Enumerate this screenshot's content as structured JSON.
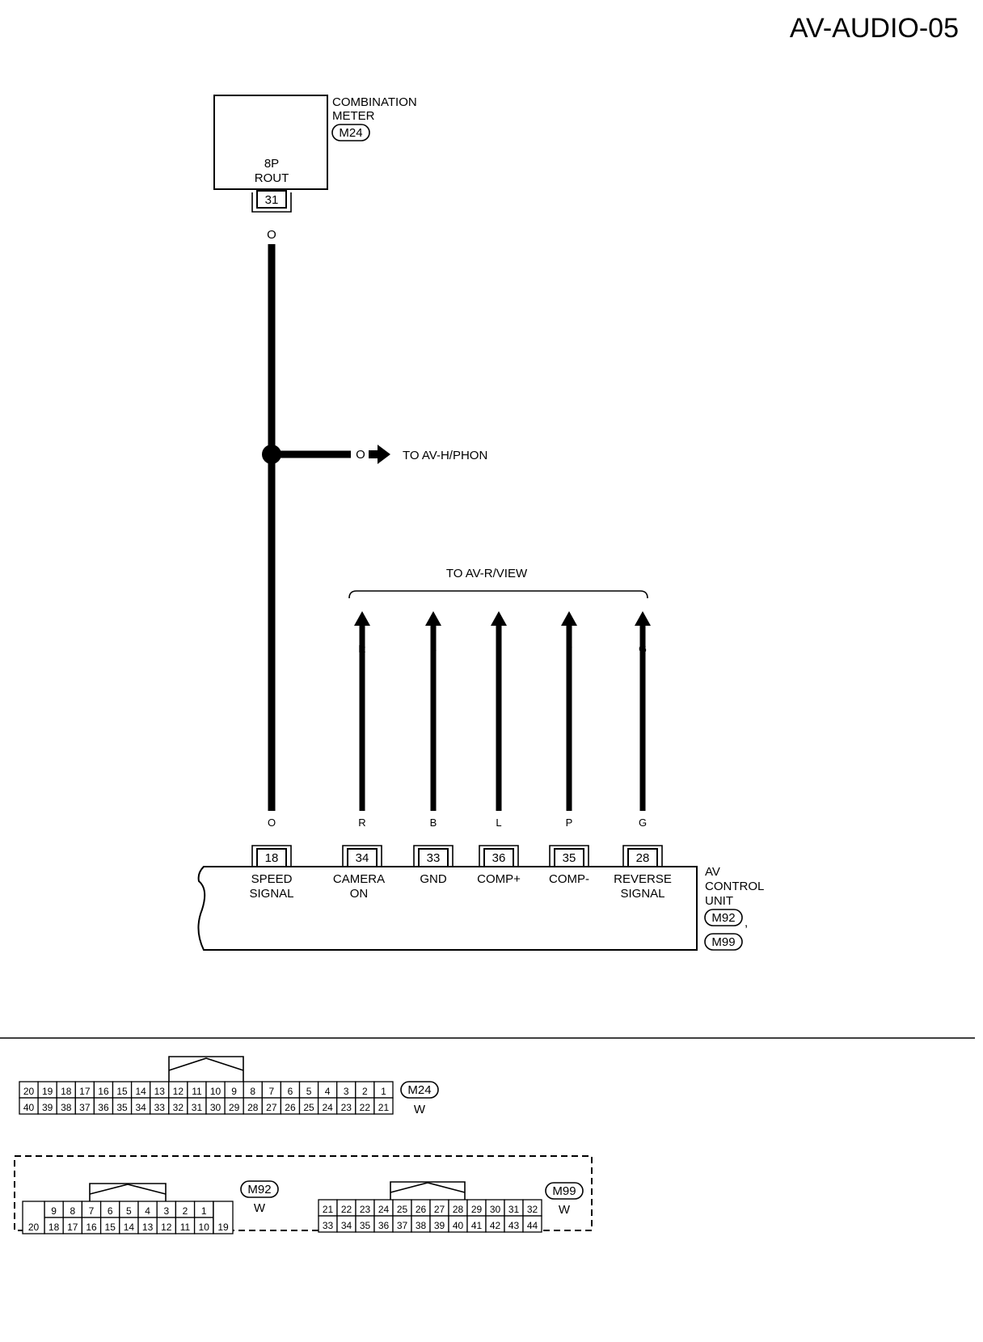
{
  "page_code": "AV-AUDIO-05",
  "combination_meter": {
    "name_line1": "COMBINATION",
    "name_line2": "METER",
    "connector": "M24",
    "pin_label_line1": "8P",
    "pin_label_line2": "ROUT",
    "terminal": "31",
    "wire_color": "O"
  },
  "splice": {
    "wire_color": "O",
    "destination": "TO AV-H/PHON"
  },
  "rear_view": {
    "destination": "TO AV-R/VIEW",
    "upper_colors": [
      "R",
      "B",
      "L",
      "P",
      "G"
    ]
  },
  "av_control_unit": {
    "name_line1": "AV",
    "name_line2": "CONTROL",
    "name_line3": "UNIT",
    "connector_1": "M92",
    "separator": ",",
    "connector_2": "M99",
    "terminals": [
      {
        "pin": "18",
        "color": "O",
        "label_line1": "SPEED",
        "label_line2": "SIGNAL"
      },
      {
        "pin": "34",
        "color": "R",
        "label_line1": "CAMERA",
        "label_line2": "ON"
      },
      {
        "pin": "33",
        "color": "B",
        "label_line1": "GND",
        "label_line2": ""
      },
      {
        "pin": "36",
        "color": "L",
        "label_line1": "COMP+",
        "label_line2": ""
      },
      {
        "pin": "35",
        "color": "P",
        "label_line1": "COMP-",
        "label_line2": ""
      },
      {
        "pin": "28",
        "color": "G",
        "label_line1": "REVERSE",
        "label_line2": "SIGNAL"
      }
    ]
  },
  "connector_views": {
    "m24": {
      "id": "M24",
      "color": "W",
      "top_row": [
        "20",
        "19",
        "18",
        "17",
        "16",
        "15",
        "14",
        "13",
        "12",
        "11",
        "10",
        "9",
        "8",
        "7",
        "6",
        "5",
        "4",
        "3",
        "2",
        "1"
      ],
      "bottom_row": [
        "40",
        "39",
        "38",
        "37",
        "36",
        "35",
        "34",
        "33",
        "32",
        "31",
        "30",
        "29",
        "28",
        "27",
        "26",
        "25",
        "24",
        "23",
        "22",
        "21"
      ]
    },
    "m92": {
      "id": "M92",
      "color": "W",
      "top_row": [
        "9",
        "8",
        "7",
        "6",
        "5",
        "4",
        "3",
        "2",
        "1"
      ],
      "bottom_row": [
        "18",
        "17",
        "16",
        "15",
        "14",
        "13",
        "12",
        "11",
        "10"
      ],
      "left_pin": "20",
      "right_pin": "19"
    },
    "m99": {
      "id": "M99",
      "color": "W",
      "top_row": [
        "21",
        "22",
        "23",
        "24",
        "25",
        "26",
        "27",
        "28",
        "29",
        "30",
        "31",
        "32"
      ],
      "bottom_row": [
        "33",
        "34",
        "35",
        "36",
        "37",
        "38",
        "39",
        "40",
        "41",
        "42",
        "43",
        "44"
      ]
    }
  }
}
